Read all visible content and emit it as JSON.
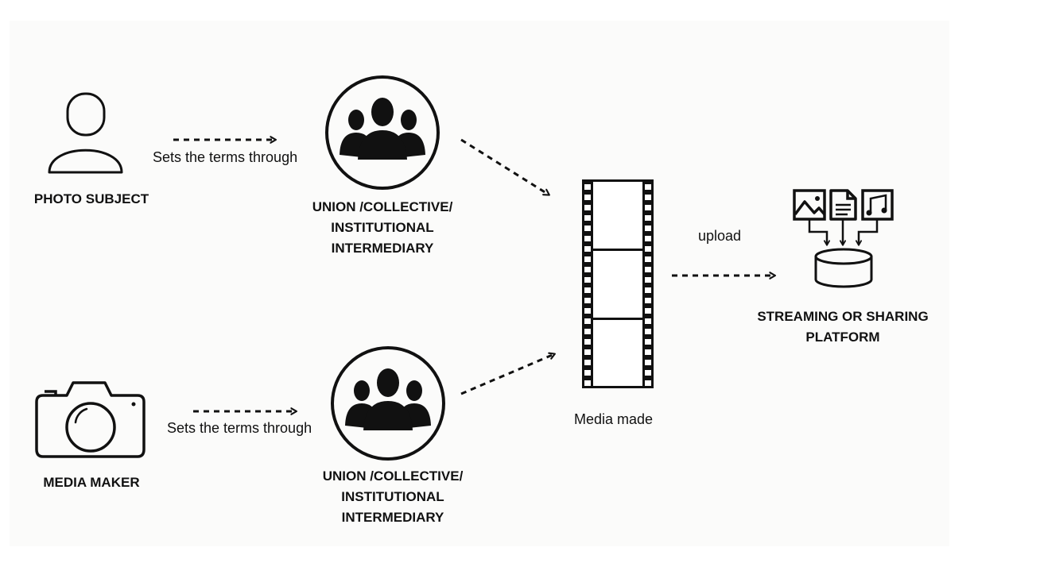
{
  "nodes": {
    "photo_subject": "PHOTO SUBJECT",
    "media_maker": "MEDIA MAKER",
    "union_top": "UNION /COLLECTIVE/\nINSTITUTIONAL\nINTERMEDIARY",
    "union_bottom": "UNION /COLLECTIVE/\nINSTITUTIONAL\nINTERMEDIARY",
    "media_made": "Media made",
    "platform": "STREAMING OR SHARING\nPLATFORM"
  },
  "edges": {
    "subject_to_union": "Sets the terms through",
    "maker_to_union": "Sets the terms through",
    "media_to_platform": "upload"
  },
  "icons": {
    "photo_subject": "person-icon",
    "media_maker": "camera-icon",
    "union": "group-icon",
    "media": "film-strip-icon",
    "platform": "database-icon",
    "file_types": [
      "image-icon",
      "document-icon",
      "music-icon"
    ]
  },
  "colors": {
    "ink": "#111111",
    "panel": "#fbfbfa"
  }
}
